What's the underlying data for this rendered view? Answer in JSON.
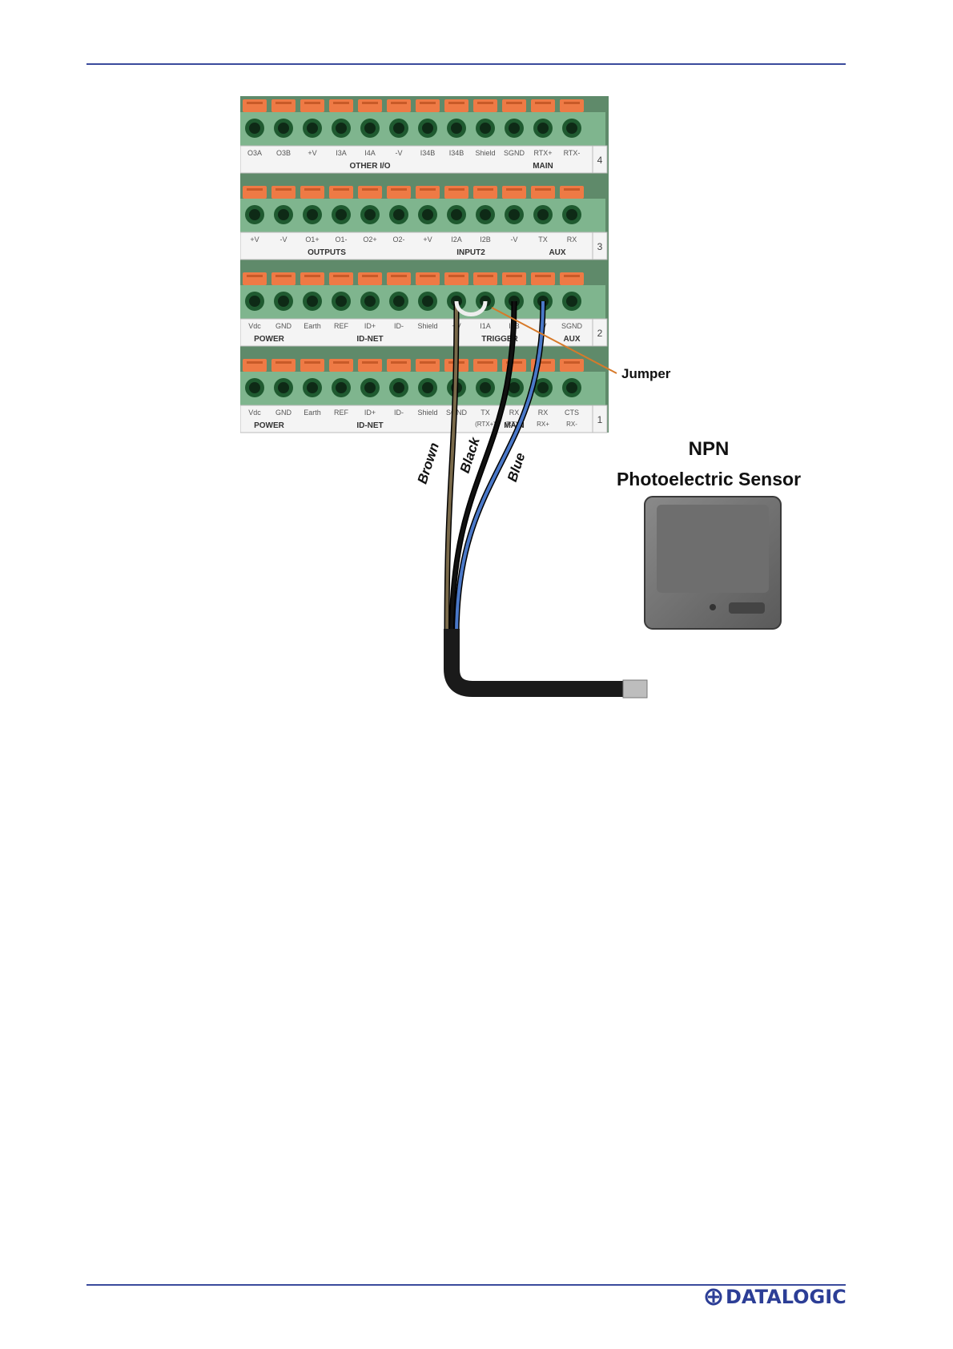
{
  "terminal_rows": [
    {
      "row_number": "4",
      "pins": [
        "O3A",
        "O3B",
        "+V",
        "I3A",
        "I4A",
        "-V",
        "I34B",
        "I34B",
        "Shield",
        "SGND",
        "RTX+",
        "RTX-"
      ],
      "groups": [
        "OTHER I/O",
        "MAIN"
      ]
    },
    {
      "row_number": "3",
      "pins": [
        "+V",
        "-V",
        "O1+",
        "O1-",
        "O2+",
        "O2-",
        "+V",
        "I2A",
        "I2B",
        "-V",
        "TX",
        "RX"
      ],
      "groups": [
        "OUTPUTS",
        "INPUT2",
        "AUX"
      ]
    },
    {
      "row_number": "2",
      "pins": [
        "Vdc",
        "GND",
        "Earth",
        "REF",
        "ID+",
        "ID-",
        "Shield",
        "+V",
        "I1A",
        "I1B",
        "-V",
        "SGND"
      ],
      "groups": [
        "POWER",
        "ID-NET",
        "TRIGGER",
        "AUX"
      ]
    },
    {
      "row_number": "1",
      "pins": [
        "Vdc",
        "GND",
        "Earth",
        "REF",
        "ID+",
        "ID-",
        "Shield",
        "SGND",
        "TX",
        "RX",
        "RX",
        "CTS"
      ],
      "subpins": [
        "",
        "",
        "",
        "",
        "",
        "",
        "",
        "",
        "(RTX+)",
        "(RTX-)",
        "RX+",
        "RX-"
      ],
      "groups": [
        "POWER",
        "ID-NET",
        "MAIN"
      ]
    }
  ],
  "wires": [
    {
      "label": "Brown",
      "color": "#7a6a4a"
    },
    {
      "label": "Black",
      "color": "#111111"
    },
    {
      "label": "Blue",
      "color": "#4a78c8"
    }
  ],
  "jumper_label": "Jumper",
  "sensor_title": "NPN",
  "sensor_subtitle": "Photoelectric Sensor",
  "logo_text": "DATALOGIC",
  "colors": {
    "rule": "#3a4a9c",
    "board": "#7fb58e",
    "lever": "#ee7a45",
    "jumper_line": "#d77a2a"
  }
}
